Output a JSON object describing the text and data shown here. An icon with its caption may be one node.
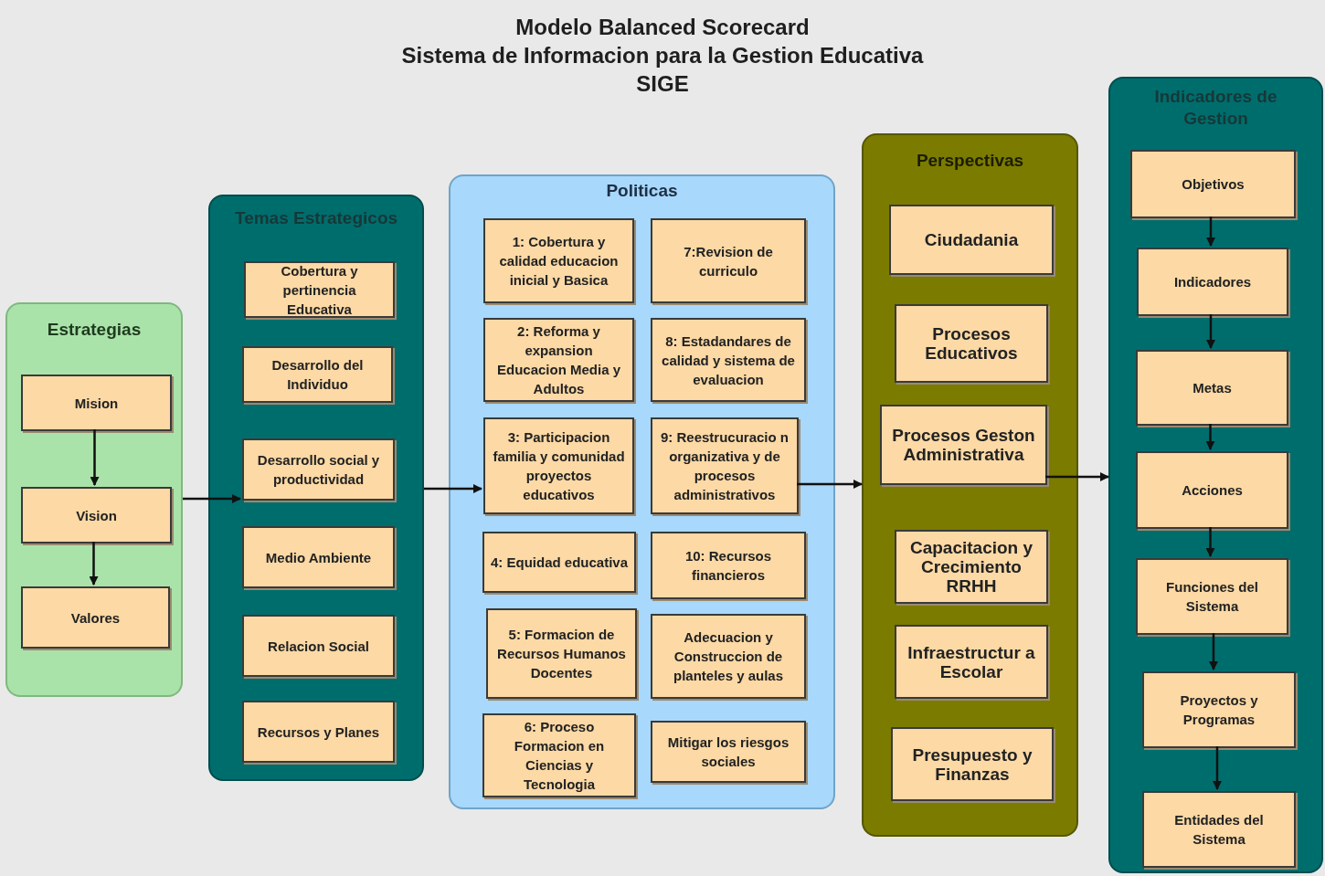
{
  "diagram": {
    "title": "Modelo Balanced Scorecard",
    "nodes": [
      {
        "text": [
          "Estrategias"
        ]
      },
      {
        "text": [
          "Mision"
        ],
        "in": 0
      },
      {
        "text": [
          "Vision"
        ],
        "in": 0
      },
      {
        "text": [
          "Valores"
        ],
        "in": 0
      },
      {
        "text": [
          "Temas Estrategicos"
        ]
      },
      {
        "text": [
          "Cobertura y pertinencia Educativa"
        ],
        "in": 4
      },
      {
        "text": [
          "Desarrollo del Individuo"
        ],
        "in": 4
      },
      {
        "text": [
          "Desarrollo social y productividad"
        ],
        "in": 4
      },
      {
        "text": [
          "Medio Ambiente"
        ],
        "in": 4
      },
      {
        "text": [
          "Relacion Social"
        ],
        "in": 4
      },
      {
        "text": [
          "Recursos y Planes"
        ],
        "in": 4
      },
      {
        "text": [
          "Politicas"
        ]
      },
      {
        "text": [
          "1: Cobertura y calidad educacion inicial y Basica"
        ],
        "in": 11
      },
      {
        "text": [
          "7:Revision de curriculo"
        ],
        "in": 11
      },
      {
        "text": [
          "2: Reforma y expansion Educacion Media y Adultos"
        ],
        "in": 11
      },
      {
        "text": [
          "8: Estadandares de calidad y sistema de evaluacion"
        ],
        "in": 11
      },
      {
        "text": [
          "3: Participacion familia y comunidad proyectos educativos"
        ],
        "in": 11
      },
      {
        "text": [
          "9: Reestrucuracio n organizativa y de procesos administrativos"
        ],
        "in": 11
      },
      {
        "text": [
          "4: Equidad educativa"
        ],
        "in": 11
      },
      {
        "text": [
          "10: Recursos financieros"
        ],
        "in": 11
      },
      {
        "text": [
          "5: Formacion de Recursos Humanos Docentes"
        ],
        "in": 11
      },
      {
        "text": [
          "Adecuacion y Construccion de planteles y aulas"
        ],
        "in": 11
      },
      {
        "text": [
          "6: Proceso Formacion en Ciencias y Tecnologia"
        ],
        "in": 11
      },
      {
        "text": [
          "Mitigar los riesgos sociales"
        ],
        "in": 11
      },
      {
        "text": [
          "Perspectivas"
        ]
      },
      {
        "text": [
          "Ciudadania"
        ],
        "in": 24
      },
      {
        "text": [
          "Procesos Educativos"
        ],
        "in": 24
      },
      {
        "text": [
          "Procesos Geston Administrativa"
        ],
        "in": 24
      },
      {
        "text": [
          "Capacitacion y Crecimiento RRHH"
        ],
        "in": 24
      },
      {
        "text": [
          "Infraestructur a Escolar"
        ],
        "in": 24
      },
      {
        "text": [
          "Presupuesto y Finanzas"
        ],
        "in": 24
      },
      {
        "text": [
          "Indicadores de Gestion"
        ]
      },
      {
        "text": [
          "Objetivos"
        ],
        "in": 31
      },
      {
        "text": [
          "Indicadores"
        ],
        "in": 31
      },
      {
        "text": [
          "Metas"
        ],
        "in": 31
      },
      {
        "text": [
          "Acciones"
        ],
        "in": 31
      },
      {
        "text": [
          "Funciones del Sistema"
        ],
        "in": 31
      },
      {
        "text": [
          "Proyectos y Programas"
        ],
        "in": 31
      },
      {
        "text": [
          "Entidades del Sistema"
        ],
        "in": 31
      }
    ],
    "edges": [
      {
        "from": 1,
        "to": 2,
        "arrow": "to"
      },
      {
        "from": 2,
        "to": 3,
        "arrow": "to"
      },
      {
        "from": 0,
        "to": 7,
        "arrow": "to"
      },
      {
        "from": 4,
        "to": 16,
        "arrow": "to"
      },
      {
        "from": 17,
        "to": 24,
        "arrow": "to"
      },
      {
        "from": 27,
        "to": 31,
        "arrow": "to"
      },
      {
        "from": 32,
        "to": 33,
        "arrow": "to"
      },
      {
        "from": 33,
        "to": 34,
        "arrow": "to"
      },
      {
        "from": 34,
        "to": 35,
        "arrow": "to"
      },
      {
        "from": 35,
        "to": 36,
        "arrow": "to"
      },
      {
        "from": 36,
        "to": 37,
        "arrow": "to"
      },
      {
        "from": 37,
        "to": 38,
        "arrow": "to"
      }
    ],
    "labels": [
      "Sistema de Informacion para la Gestion Educativa",
      "SIGE"
    ]
  }
}
